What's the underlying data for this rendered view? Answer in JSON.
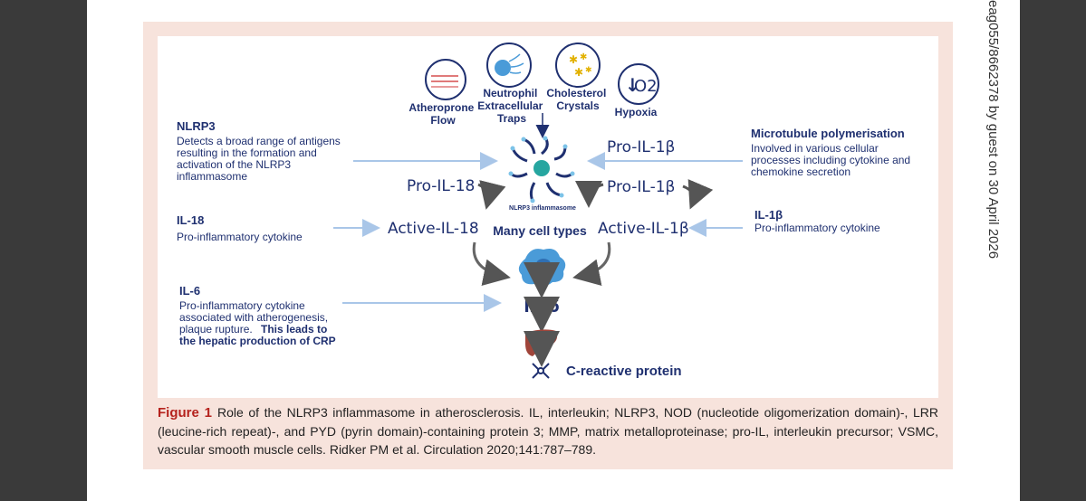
{
  "watermark": "eag055/8662378 by guest on 30 April 2026",
  "triggers": [
    {
      "label_lines": [
        "Atheroprone",
        "Flow"
      ],
      "icon": "flow-icon"
    },
    {
      "label_lines": [
        "Neutrophil",
        "Extracellular",
        "Traps"
      ],
      "icon": "neutrophil-icon"
    },
    {
      "label_lines": [
        "Cholesterol",
        "Crystals"
      ],
      "icon": "crystals-icon"
    },
    {
      "label_lines": [
        "Hypoxia"
      ],
      "icon": "oxygen-down-icon",
      "icon_text": "O2"
    }
  ],
  "left_notes": {
    "nlrp3": {
      "heading": "NLRP3",
      "lines": [
        "Detects a broad range of antigens",
        "resulting in the formation and",
        "activation of the NLRP3",
        "inflammasome"
      ]
    },
    "il18": {
      "heading": "IL-18",
      "lines": [
        "Pro-inflammatory cytokine"
      ]
    },
    "il6": {
      "heading": "IL-6",
      "lines": [
        "Pro-inflammatory cytokine",
        "associated with atherogenesis,",
        "plaque rupture."
      ],
      "bold_lines": [
        "This leads to",
        "the hepatic production of CRP"
      ]
    }
  },
  "right_notes": {
    "microtubule": {
      "heading": "Microtubule polymerisation",
      "lines": [
        "Involved in various cellular",
        "processes including cytokine and",
        "chemokine secretion"
      ]
    },
    "il1b": {
      "heading": "IL-1β",
      "lines": [
        "Pro-inflammatory cytokine"
      ]
    }
  },
  "center": {
    "inflammasome_label": "NLRP3 inflammasome",
    "pro_il1b_top": "Pro-IL-1β",
    "pro_il18": "Pro-IL-18",
    "pro_il1b": "Pro-IL-1β",
    "active_il18": "Active-IL-18",
    "many_cell_types": "Many cell types",
    "active_il1b": "Active-IL-1β",
    "il6": "IL-6",
    "crp": "C-reactive protein"
  },
  "colors": {
    "navy": "#1f3070",
    "arrow_blue": "#a9c6e8",
    "cell_blue": "#4a9bd8",
    "liver": "#a0453a",
    "caption_red": "#b5221d"
  },
  "caption": {
    "label": "Figure 1",
    "text": "Role of the NLRP3 inflammasome in atherosclerosis. IL, interleukin; NLRP3, NOD (nucleotide oligomerization domain)-, LRR (leucine-rich repeat)-, and PYD (pyrin domain)-containing protein 3; MMP, matrix metalloproteinase; pro-IL, interleukin precursor; VSMC, vascular smooth muscle cells. Ridker PM et al. Circulation 2020;141:787–789."
  }
}
